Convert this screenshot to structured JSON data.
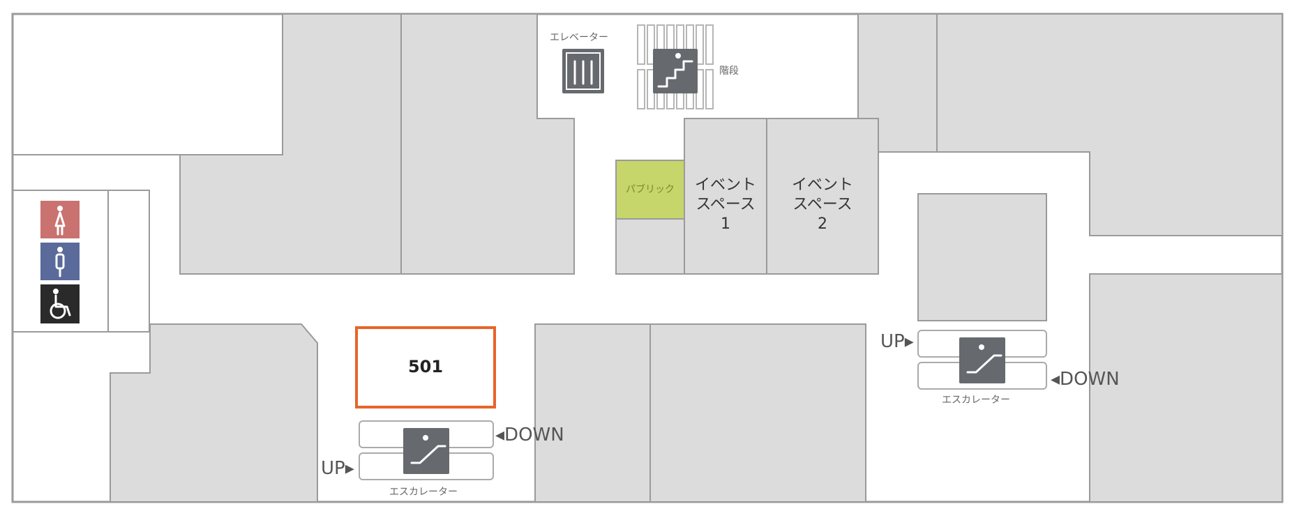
{
  "map": {
    "elevator_label": "エレベーター",
    "stairs_label": "階段",
    "public_label": "パブリック",
    "event_space_1": [
      "イベント",
      "スペース",
      "1"
    ],
    "event_space_2": [
      "イベント",
      "スペース",
      "2"
    ],
    "highlighted_room": "501",
    "escalator_left": {
      "label": "エスカレーター",
      "up": "UP▸",
      "down": "◂DOWN"
    },
    "escalator_right": {
      "label": "エスカレーター",
      "up": "UP▸",
      "down": "◂DOWN"
    },
    "restroom_icons": [
      "female-restroom-icon",
      "male-restroom-icon",
      "wheelchair-accessible-icon"
    ],
    "colors": {
      "highlight": "#e8642a",
      "public": "#c6d66a",
      "female": "#c9726f",
      "male": "#5a6a9a",
      "accessible": "#2a2a2a",
      "block": "#dcdcdc"
    }
  }
}
